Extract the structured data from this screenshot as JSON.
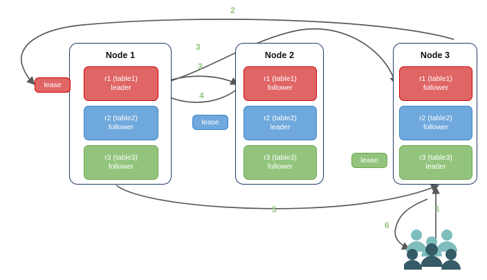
{
  "diagram": {
    "title": "distributed-lease-replica-diagram",
    "colors": {
      "red_fill": "#e06666",
      "red_border": "#cc0000",
      "blue_fill": "#6fa8dc",
      "blue_border": "#3d85c6",
      "green_fill": "#93c47d",
      "green_border": "#6aa84f",
      "node_border": "#1f3864",
      "arrow": "#595959",
      "label_green": "#93c47d",
      "user_light": "#7fbdbd",
      "user_dark": "#355b66"
    },
    "nodes": [
      {
        "name": "Node 1",
        "replicas": [
          {
            "id": "r1",
            "table": "r1 (table1)",
            "role": "leader",
            "color": "red"
          },
          {
            "id": "r2",
            "table": "r2 (table2)",
            "role": "follower",
            "color": "blue"
          },
          {
            "id": "r3",
            "table": "r3 (table3)",
            "role": "follower",
            "color": "green"
          }
        ]
      },
      {
        "name": "Node 2",
        "replicas": [
          {
            "id": "r1",
            "table": "r1 (table1)",
            "role": "follower",
            "color": "red"
          },
          {
            "id": "r2",
            "table": "r2 (table2)",
            "role": "leader",
            "color": "blue"
          },
          {
            "id": "r3",
            "table": "r3 (table3)",
            "role": "follower",
            "color": "green"
          }
        ]
      },
      {
        "name": "Node 3",
        "replicas": [
          {
            "id": "r1",
            "table": "r1 (table1)",
            "role": "follower",
            "color": "red"
          },
          {
            "id": "r2",
            "table": "r2 (table2)",
            "role": "follower",
            "color": "blue"
          },
          {
            "id": "r3",
            "table": "r3 (table3)",
            "role": "leader",
            "color": "green"
          }
        ]
      }
    ],
    "leases": [
      {
        "label": "lease",
        "color": "red"
      },
      {
        "label": "lease",
        "color": "blue"
      },
      {
        "label": "lease",
        "color": "green"
      }
    ],
    "edge_labels": [
      {
        "text": "1"
      },
      {
        "text": "2"
      },
      {
        "text": "3"
      },
      {
        "text": "3"
      },
      {
        "text": "4"
      },
      {
        "text": "5"
      },
      {
        "text": "6"
      }
    ],
    "users_icon": "users-group-icon"
  }
}
